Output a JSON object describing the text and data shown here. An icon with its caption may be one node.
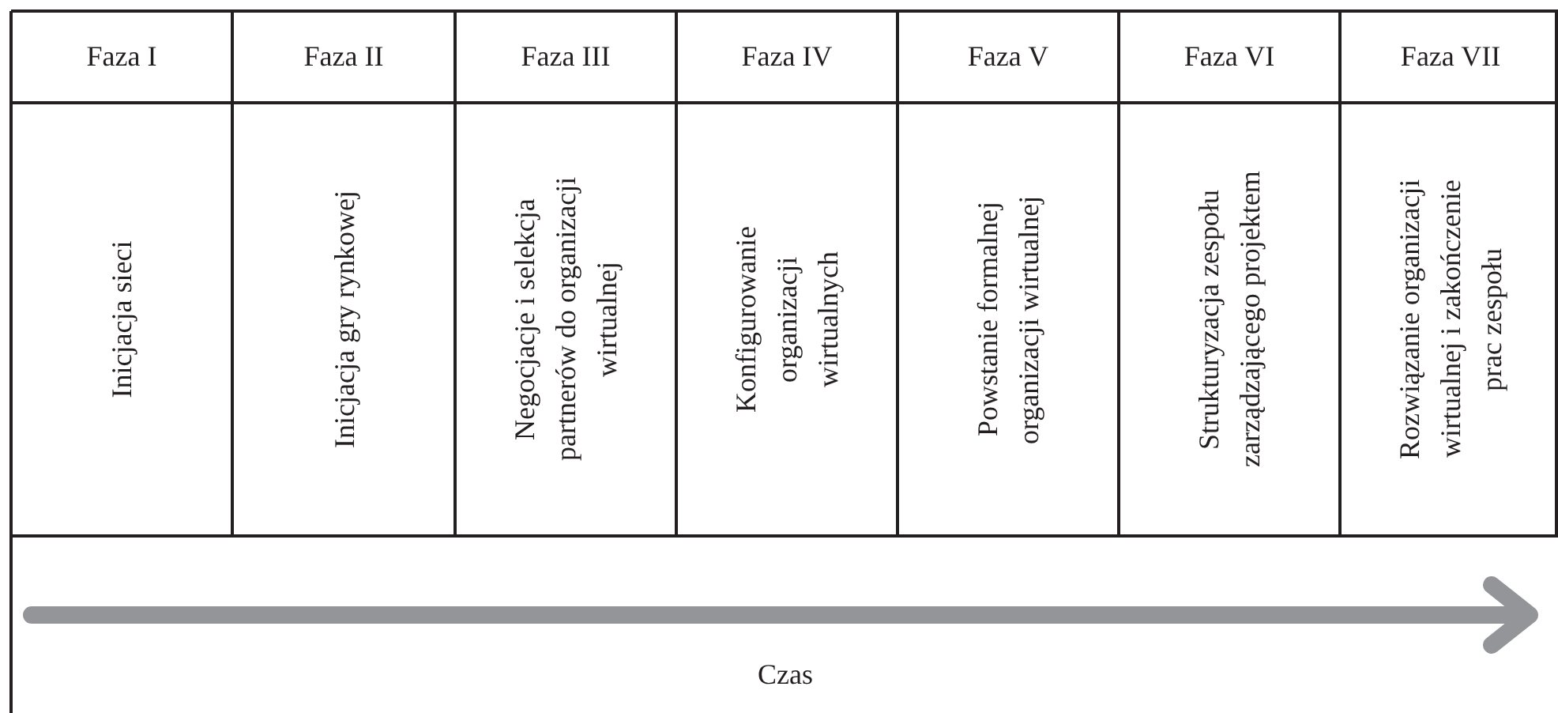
{
  "diagram": {
    "labels": [
      "Faza I",
      "Faza II",
      "Faza III",
      "Faza IV",
      "Faza V",
      "Faza VI",
      "Faza VII",
      "Inicjacja sieci",
      "Inicjacja gry rynkowej",
      "Negocjacje i selekcja partnerów do organizacji wirtualnej",
      "Konfigurowanie organizacji wirtualnych",
      "Powstanie formalnej organizacji wirtualnej",
      "Strukturyzacja zespołu zarządzającego projektem",
      "Rozwiązanie organizacji wirtualnej i zakończenie prac zespołu",
      "Czas"
    ]
  }
}
